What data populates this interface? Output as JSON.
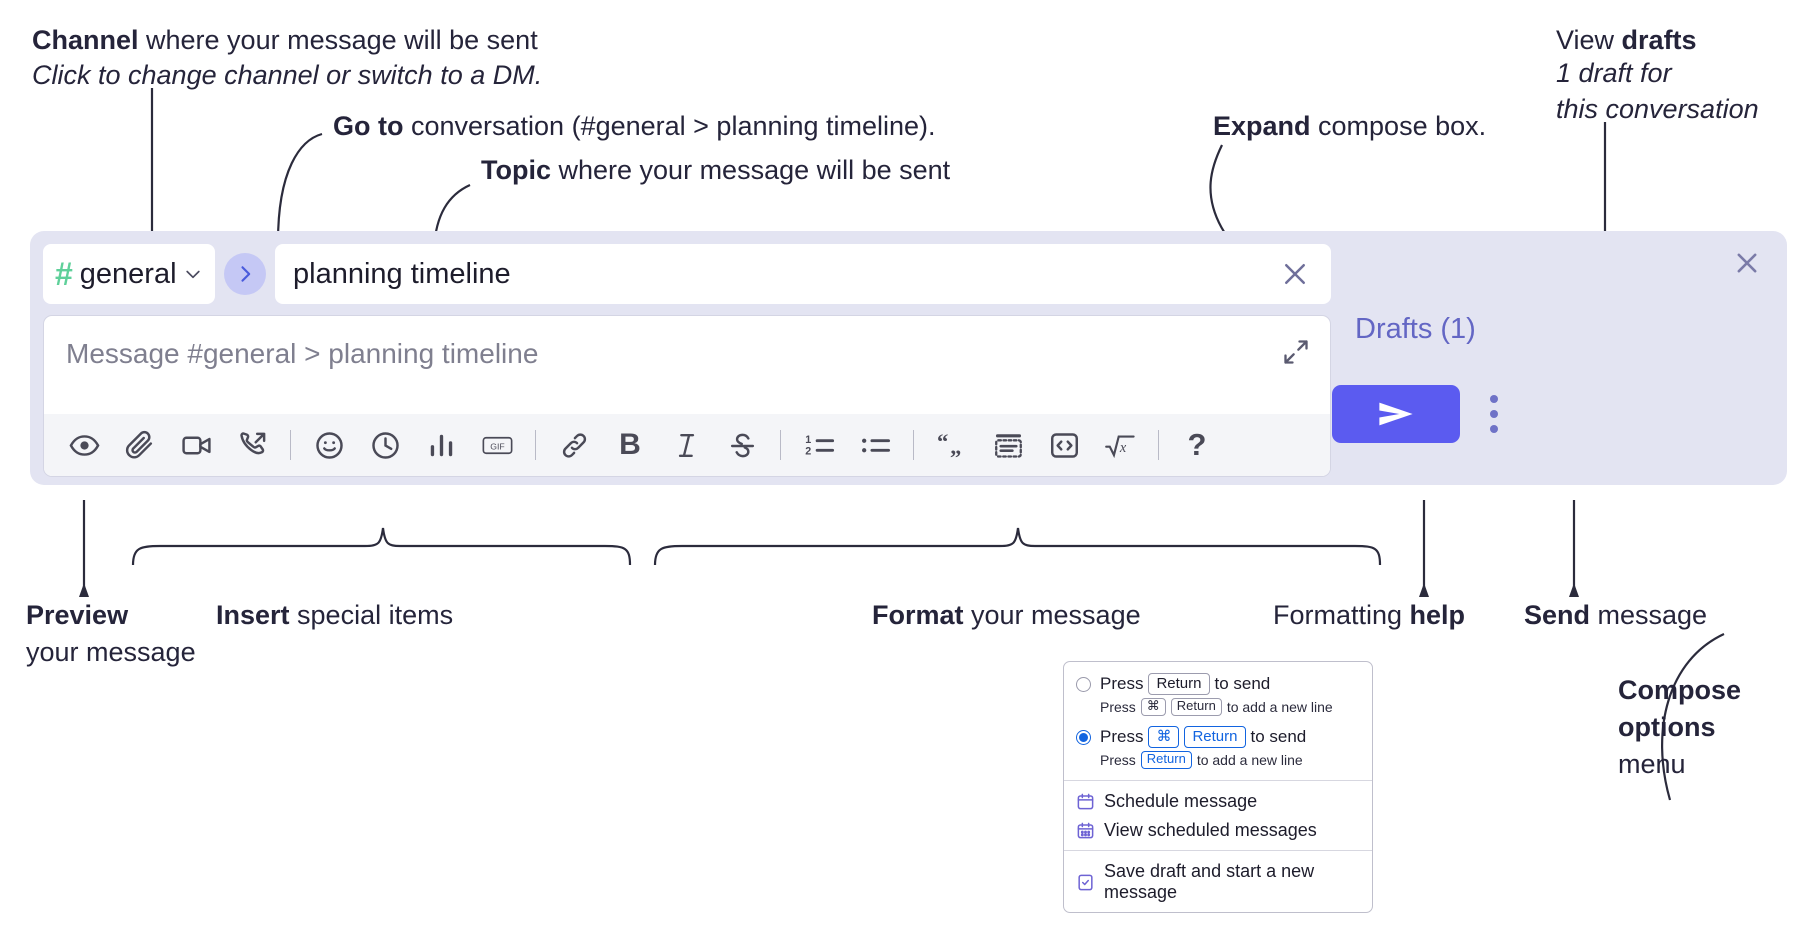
{
  "annotations": {
    "channel": {
      "bold": "Channel",
      "rest": " where your message will be sent",
      "italic": "Click to change channel or switch to a DM."
    },
    "goto": {
      "bold": "Go to",
      "rest": " conversation (#general > planning timeline)."
    },
    "topic": {
      "bold": "Topic",
      "rest": " where your message will be sent"
    },
    "expand": {
      "bold": "Expand",
      "rest": " compose box."
    },
    "drafts": {
      "bold_lead": "View ",
      "bold": "drafts",
      "italic1": "1 draft for",
      "italic2": "this conversation"
    },
    "preview": {
      "bold": "Preview",
      "rest": "your message"
    },
    "insert": {
      "bold": "Insert",
      "rest": " special items"
    },
    "format": {
      "bold": "Format",
      "rest": " your message"
    },
    "help": {
      "lead": "Formatting ",
      "bold": "help"
    },
    "send": {
      "bold": "Send",
      "rest": " message"
    },
    "compose_options": {
      "bold1": "Compose",
      "bold2": "options",
      "rest": "menu"
    }
  },
  "compose": {
    "channel": {
      "hash": "#",
      "name": "general",
      "chevron_icon": "chevron-down-icon"
    },
    "goto_icon": "chevron-right-icon",
    "topic": {
      "value": "planning timeline",
      "clear_icon": "close-icon"
    },
    "message": {
      "placeholder": "Message #general > planning timeline",
      "expand_icon": "expand-arrows-icon"
    },
    "panel_close_icon": "close-icon",
    "drafts_label": "Drafts (1)",
    "send_icon": "paper-plane-icon",
    "kebab_icon": "more-vertical-icon",
    "accent_color": "#5b5bf0",
    "panel_bg": "#e3e4f2",
    "hash_color": "#5fd09a",
    "drafts_color": "#6366c4",
    "toolbar": [
      {
        "name": "preview-icon",
        "type": "icon",
        "label": ""
      },
      {
        "name": "attachment-icon",
        "type": "icon",
        "label": ""
      },
      {
        "name": "video-icon",
        "type": "icon",
        "label": ""
      },
      {
        "name": "call-icon",
        "type": "icon",
        "label": ""
      },
      {
        "name": "separator",
        "type": "sep",
        "label": ""
      },
      {
        "name": "emoji-icon",
        "type": "icon",
        "label": ""
      },
      {
        "name": "clock-icon",
        "type": "icon",
        "label": ""
      },
      {
        "name": "poll-icon",
        "type": "icon",
        "label": ""
      },
      {
        "name": "gif-icon",
        "type": "icon",
        "label": "GIF"
      },
      {
        "name": "separator",
        "type": "sep",
        "label": ""
      },
      {
        "name": "link-icon",
        "type": "icon",
        "label": ""
      },
      {
        "name": "bold-icon",
        "type": "text",
        "label": "B"
      },
      {
        "name": "italic-icon",
        "type": "text",
        "label": "I"
      },
      {
        "name": "strikethrough-icon",
        "type": "icon",
        "label": ""
      },
      {
        "name": "separator",
        "type": "sep",
        "label": ""
      },
      {
        "name": "ordered-list-icon",
        "type": "icon",
        "label": ""
      },
      {
        "name": "bulleted-list-icon",
        "type": "icon",
        "label": ""
      },
      {
        "name": "separator",
        "type": "sep",
        "label": ""
      },
      {
        "name": "blockquote-icon",
        "type": "icon",
        "label": ""
      },
      {
        "name": "code-block-icon",
        "type": "icon",
        "label": ""
      },
      {
        "name": "code-icon",
        "type": "icon",
        "label": ""
      },
      {
        "name": "math-icon",
        "type": "icon",
        "label": ""
      },
      {
        "name": "separator",
        "type": "sep",
        "label": ""
      },
      {
        "name": "help-icon",
        "type": "text",
        "label": "?"
      }
    ]
  },
  "dropdown": {
    "options": [
      {
        "selected": false,
        "press": "Press",
        "keys": [
          "Return"
        ],
        "action": "to send",
        "sub_press": "Press",
        "sub_keys": [
          "⌘",
          "Return"
        ],
        "sub_action": "to add a new line"
      },
      {
        "selected": true,
        "press": "Press",
        "keys": [
          "⌘",
          "Return"
        ],
        "action": "to send",
        "sub_press": "Press",
        "sub_keys": [
          "Return"
        ],
        "sub_action": "to add a new line"
      }
    ],
    "items": [
      {
        "icon": "calendar-icon",
        "label": "Schedule message"
      },
      {
        "icon": "calendar-grid-icon",
        "label": "View scheduled messages"
      },
      {
        "icon": "save-draft-icon",
        "label": "Save draft and start a new message"
      }
    ]
  }
}
